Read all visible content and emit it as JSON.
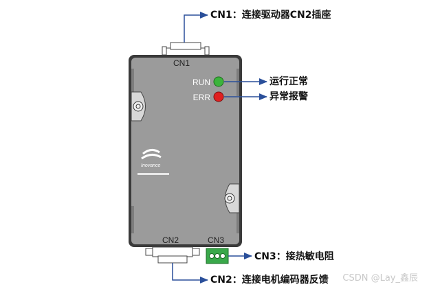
{
  "device": {
    "connector_cn1": "CN1",
    "connector_cn2": "CN2",
    "connector_cn3": "CN3",
    "led_run": "RUN",
    "led_err": "ERR",
    "logo_text": "Inovance",
    "led_run_color": "#3cb43c",
    "led_err_color": "#e02020",
    "body_color": "#9b9b9b",
    "terminal_color": "#39a84a",
    "arrow_color": "#2a4f9a"
  },
  "callouts": {
    "cn1": "CN1：连接驱动器CN2插座",
    "run": "运行正常",
    "err": "异常报警",
    "cn3": "CN3：接热敏电阻",
    "cn2": "CN2：连接电机编码器反馈"
  },
  "watermark": "CSDN @Lay_鑫辰"
}
